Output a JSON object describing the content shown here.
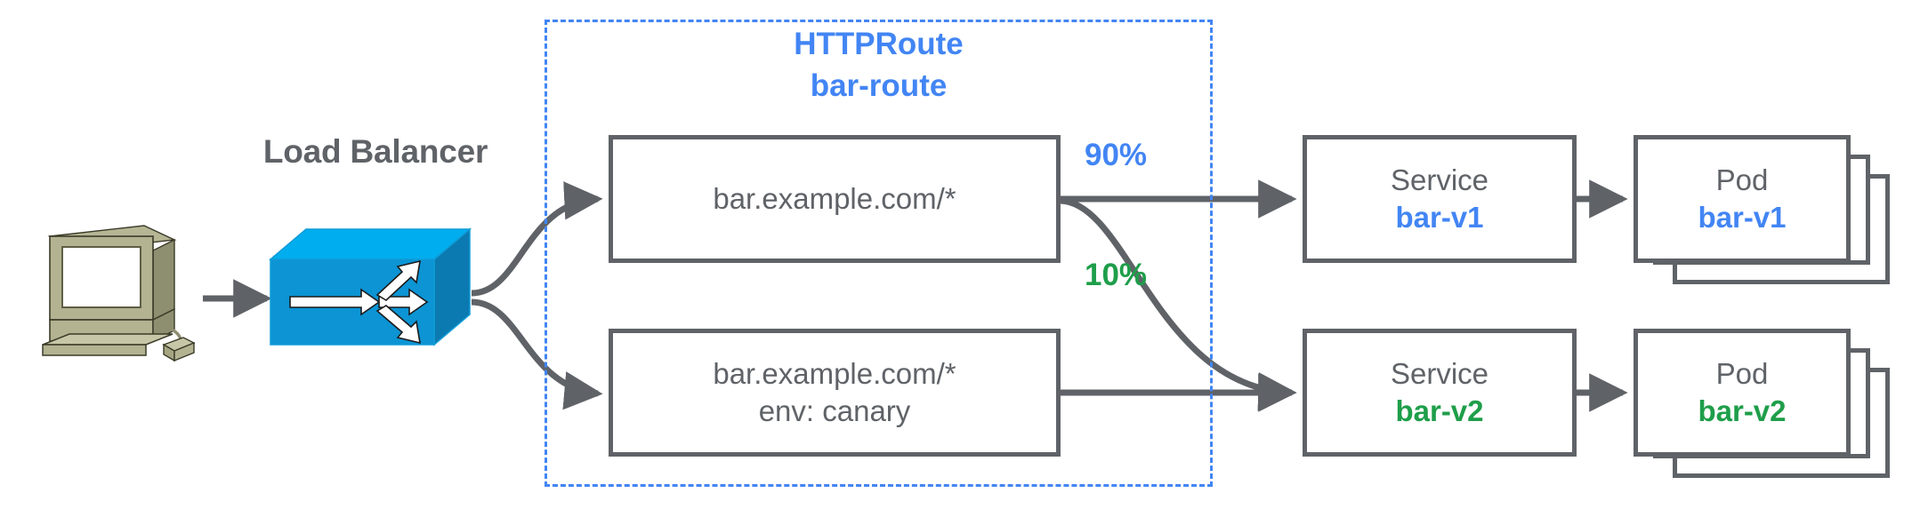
{
  "diagram": {
    "title_hidden": "",
    "colors": {
      "blue": "#4285f4",
      "green": "#1e9e4a",
      "gray": "#5f6368",
      "lb_blue": "#0f9bd7",
      "computer_body": "#a5a582"
    }
  },
  "client": {
    "icon": "workstation-icon",
    "label": ""
  },
  "load_balancer": {
    "title": "Load Balancer",
    "icon": "load-balancer-icon"
  },
  "route_group": {
    "kind": "HTTPRoute",
    "name": "bar-route"
  },
  "rules": [
    {
      "id": "rule-primary",
      "match_lines": [
        "bar.example.com/*"
      ]
    },
    {
      "id": "rule-canary",
      "match_lines": [
        "bar.example.com/*",
        "env: canary"
      ]
    }
  ],
  "weights": [
    {
      "value": "90%",
      "color": "blue"
    },
    {
      "value": "10%",
      "color": "green"
    }
  ],
  "backends": [
    {
      "id": "backend-v1",
      "service": {
        "kind": "Service",
        "name": "bar-v1",
        "color": "blue"
      },
      "pod": {
        "kind": "Pod",
        "name": "bar-v1",
        "color": "blue",
        "replicas": 3
      }
    },
    {
      "id": "backend-v2",
      "service": {
        "kind": "Service",
        "name": "bar-v2",
        "color": "green"
      },
      "pod": {
        "kind": "Pod",
        "name": "bar-v2",
        "color": "green",
        "replicas": 3
      }
    }
  ]
}
